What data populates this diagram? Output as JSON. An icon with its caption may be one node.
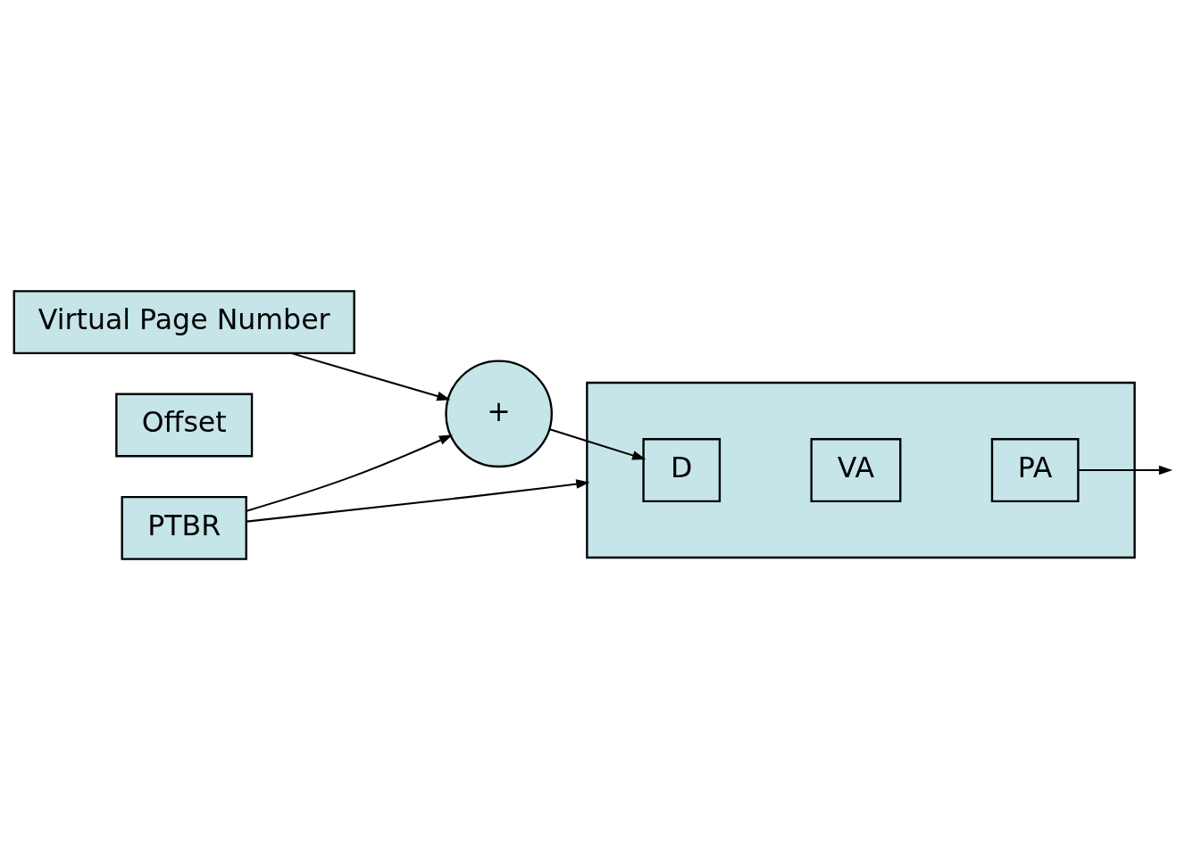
{
  "diagram": {
    "nodes": [
      {
        "text": [
          "Virtual Page Number"
        ]
      },
      {
        "text": [
          "Offset"
        ]
      },
      {
        "text": [
          "PTBR"
        ]
      },
      {
        "text": [
          "+"
        ]
      },
      {
        "text": [],
        "shape": "box"
      },
      {
        "text": [
          "D"
        ],
        "in": 4
      },
      {
        "text": [
          "VA"
        ],
        "in": 4
      },
      {
        "text": [
          "PA"
        ],
        "in": 4
      }
    ],
    "edges": [
      {
        "from": 0,
        "to": 3,
        "arrow": "to"
      },
      {
        "from": 2,
        "to": 4,
        "arrow": "to"
      },
      {
        "from": 2,
        "to": 3,
        "arrow": "to"
      },
      {
        "from": 3,
        "to": 5,
        "arrow": "to"
      },
      {
        "from": 7,
        "to": null,
        "arrow": "to"
      }
    ]
  }
}
